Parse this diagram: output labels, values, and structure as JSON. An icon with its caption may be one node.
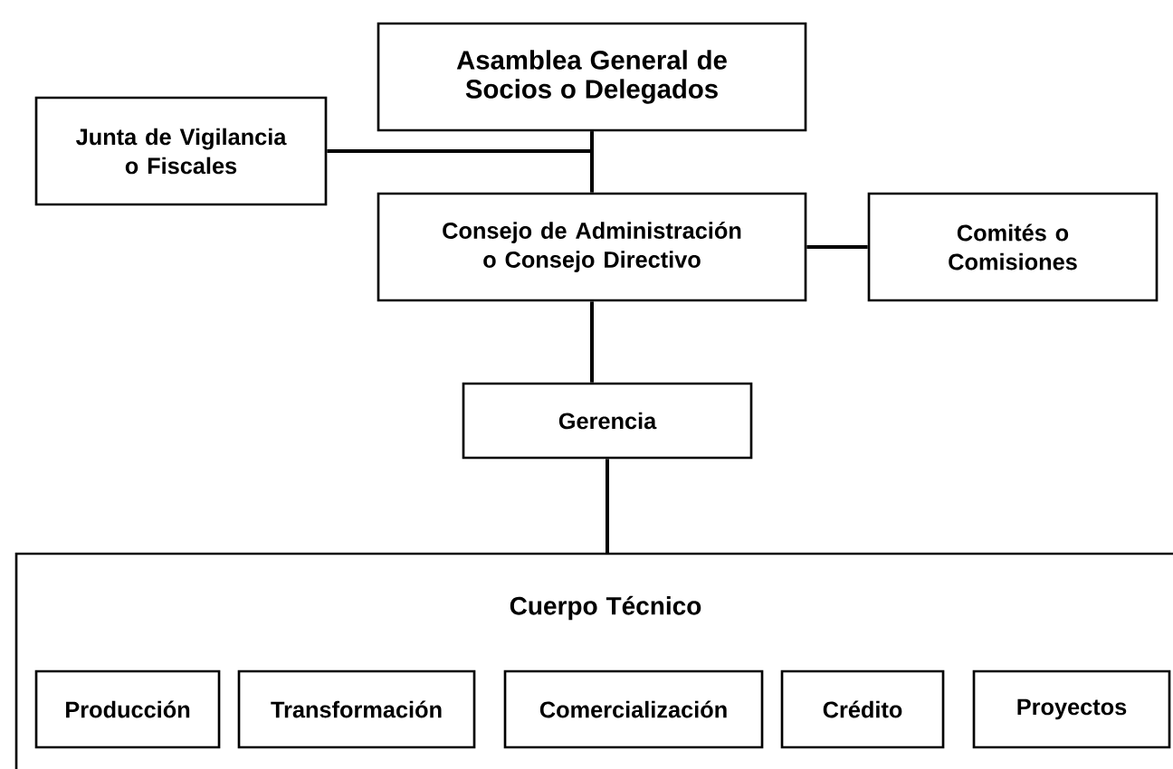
{
  "diagram": {
    "nodes": [
      {
        "text": [
          "Asamblea General de Socios o Delegados"
        ]
      },
      {
        "text": [
          "Junta de Vigilancia o Fiscales"
        ]
      },
      {
        "text": [
          "Consejo de Administración o Consejo Directivo"
        ]
      },
      {
        "text": [
          "Comités o Comisiones"
        ]
      },
      {
        "text": [
          "Gerencia"
        ]
      },
      {
        "text": [
          "Cuerpo Técnico"
        ]
      },
      {
        "text": [
          "Producción"
        ],
        "in": 5
      },
      {
        "text": [
          "Transformación"
        ],
        "in": 5
      },
      {
        "text": [
          "Comercialización"
        ],
        "in": 5
      },
      {
        "text": [
          "Crédito"
        ],
        "in": 5
      },
      {
        "text": [
          "Proyectos"
        ],
        "in": 5
      }
    ],
    "edges": [
      {
        "from": 0,
        "to": 2,
        "arrow": "none"
      },
      {
        "from": 1,
        "to": 0,
        "arrow": "none"
      },
      {
        "from": 2,
        "to": 3,
        "arrow": "none"
      },
      {
        "from": 2,
        "to": 4,
        "arrow": "none"
      },
      {
        "from": 4,
        "to": 5,
        "arrow": "none"
      }
    ]
  }
}
